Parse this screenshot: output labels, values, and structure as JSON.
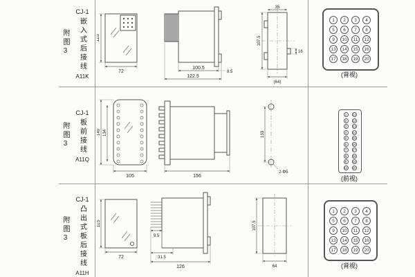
{
  "colors": {
    "grid_line": "#9b9b9b",
    "drawing_ink": "#555555",
    "text": "#222222"
  },
  "table": {
    "rows": [
      {
        "figure_label": "附图3",
        "model": "CJ-1",
        "mount_chars": "嵌入式后接线",
        "code": "A11K",
        "front": {
          "h": "115",
          "w": "72"
        },
        "side": {
          "d1": "100.5",
          "d2": "122.5",
          "d3": "8.5"
        },
        "cutout": {
          "h": "107.5",
          "top": "35",
          "right": "16",
          "bottom": "(64)"
        },
        "terminals": [
          1,
          2,
          3,
          4,
          5,
          6,
          7,
          8,
          9,
          10,
          11,
          12,
          13,
          14,
          15,
          16,
          17,
          18,
          19,
          20
        ],
        "terminal_label": "(背视)"
      },
      {
        "figure_label": "附图3",
        "model": "CJ-1",
        "mount_chars": "板前接线",
        "code": "A11Q",
        "front": {
          "h1": "149",
          "h2": "134",
          "w": "105"
        },
        "side": {
          "w": "156"
        },
        "drill": {
          "h": "133",
          "note": "2-Φ5"
        },
        "terminals": [
          [
            1,
            11
          ],
          [
            2,
            12
          ],
          [
            3,
            13
          ],
          [
            4,
            14
          ],
          [
            5,
            15
          ],
          [
            6,
            16
          ],
          [
            7,
            17
          ],
          [
            8,
            18
          ],
          [
            9,
            19
          ],
          [
            10,
            20
          ]
        ],
        "terminal_label": "(前视)"
      },
      {
        "figure_label": "附图3",
        "model": "CJ-1",
        "mount_chars": "凸出式板后接线",
        "code": "A11H",
        "front": {
          "h": "115",
          "w": "72"
        },
        "side": {
          "d1": "9.5",
          "d2": "31.5",
          "d3": "126"
        },
        "cutout": {
          "h": "107.5",
          "bottom": "64"
        },
        "terminals": [
          1,
          2,
          3,
          4,
          5,
          6,
          7,
          8,
          9,
          10,
          11,
          12,
          13,
          14,
          15,
          16,
          17,
          18,
          19,
          20
        ],
        "terminal_label": "(背视)"
      }
    ]
  }
}
